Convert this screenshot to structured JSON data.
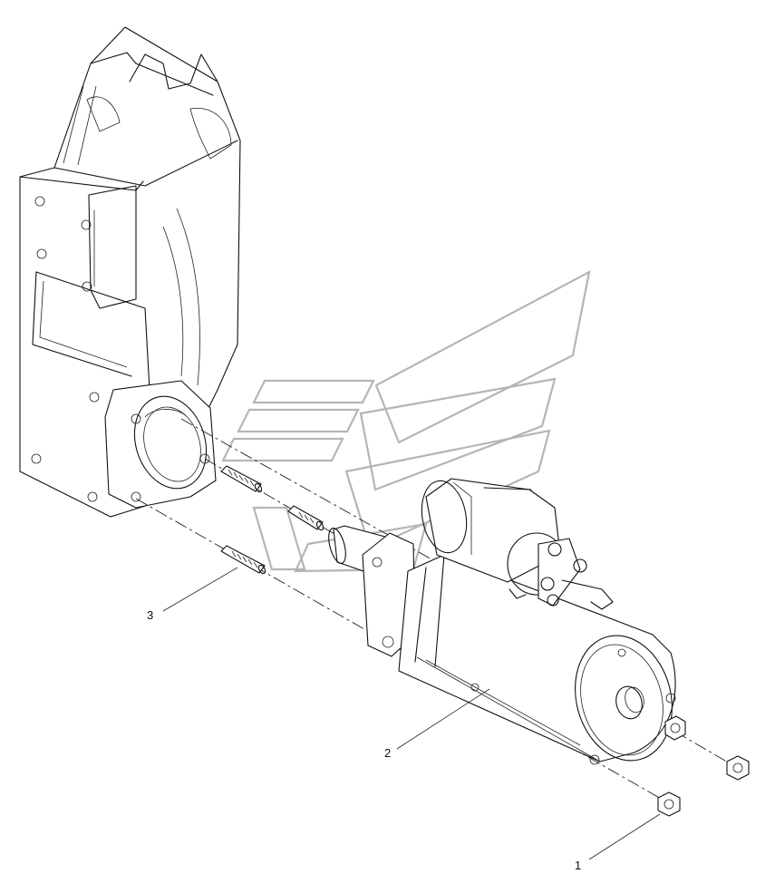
{
  "callouts": [
    {
      "label": "1"
    },
    {
      "label": "2"
    },
    {
      "label": "3"
    }
  ],
  "colors": {
    "line": "#111111",
    "watermark": "#b5b5b5",
    "background": "#ffffff"
  }
}
